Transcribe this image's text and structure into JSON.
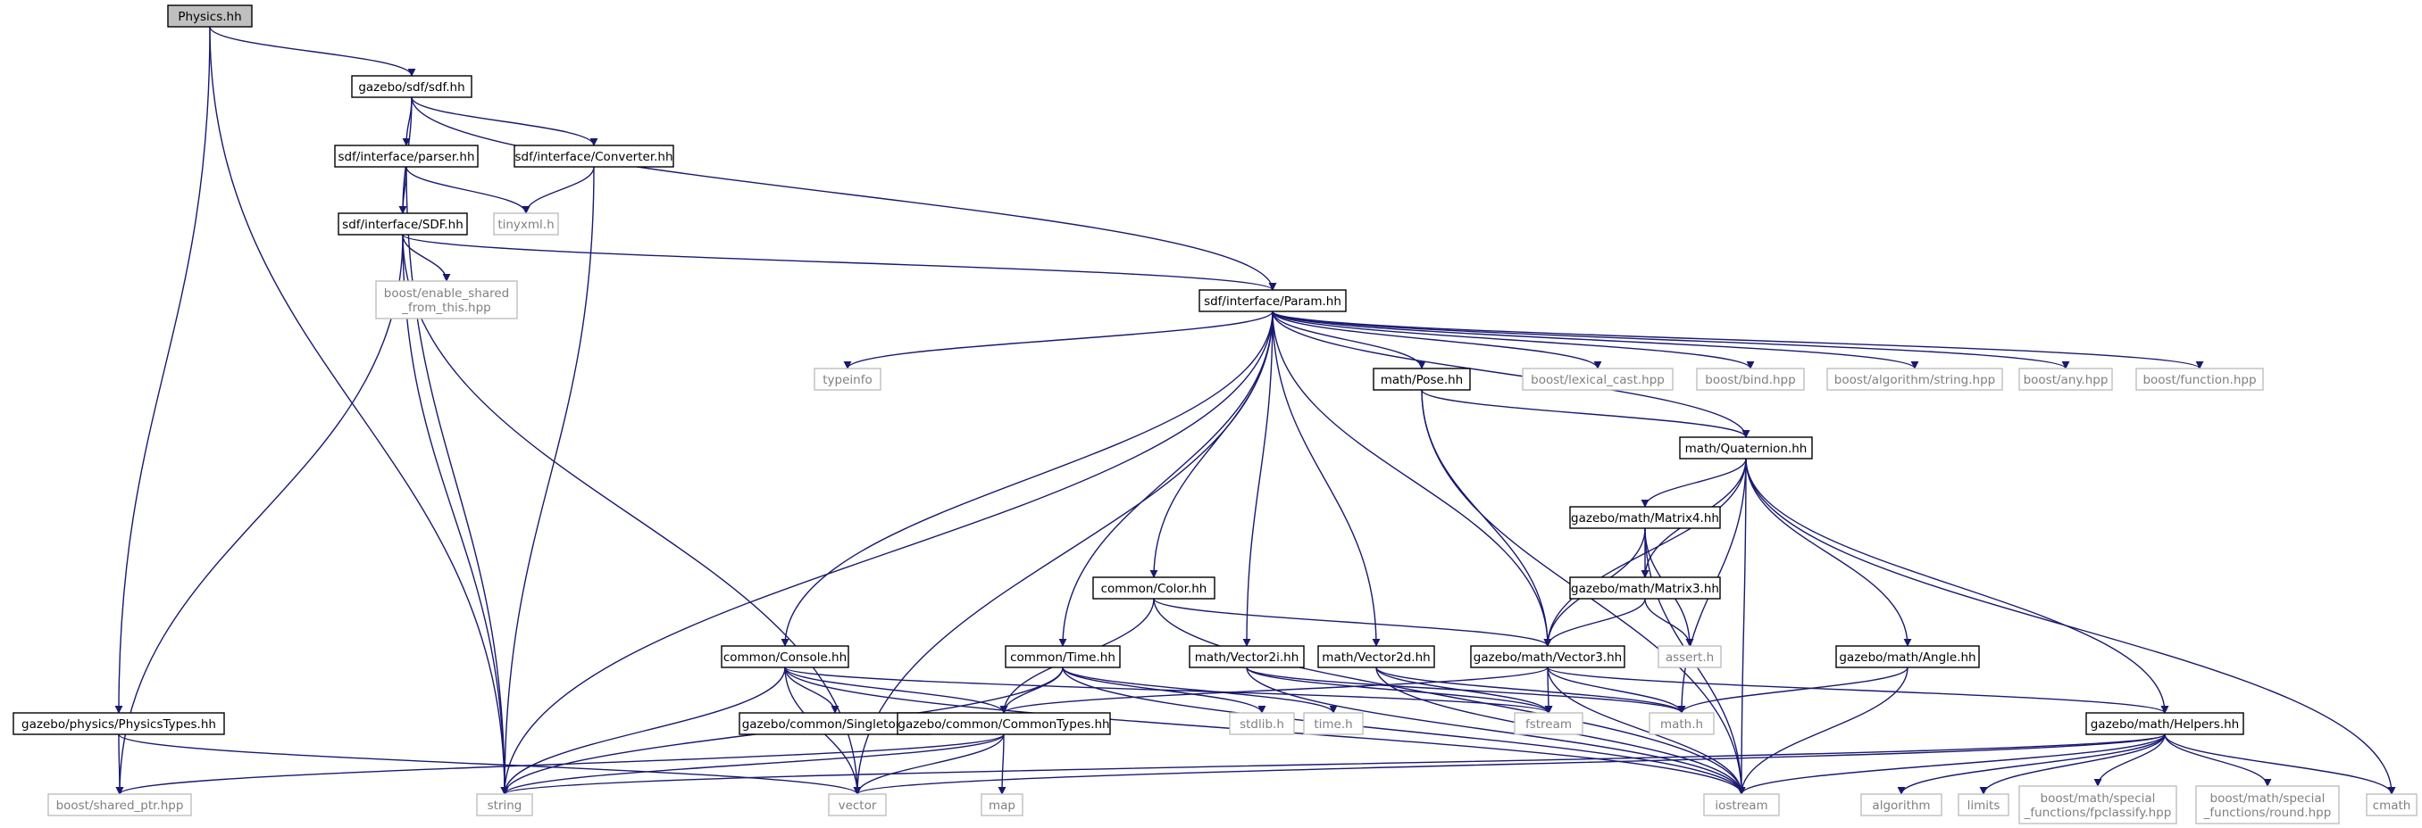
{
  "title": "Physics.hh",
  "colors": {
    "edge": "#191970",
    "node_border": "#000000",
    "ext_border": "#bfbfbf",
    "ext_text": "#808080",
    "root_fill": "#bfbfbf",
    "text": "#000000"
  },
  "nodes": [
    {
      "id": "physics",
      "lines": [
        "Physics.hh"
      ],
      "kind": "root"
    },
    {
      "id": "sdf_hh",
      "lines": [
        "gazebo/sdf/sdf.hh"
      ],
      "kind": "header"
    },
    {
      "id": "parser",
      "lines": [
        "sdf/interface/parser.hh"
      ],
      "kind": "header"
    },
    {
      "id": "converter",
      "lines": [
        "sdf/interface/Converter.hh"
      ],
      "kind": "header"
    },
    {
      "id": "tinyxml",
      "lines": [
        "tinyxml.h"
      ],
      "kind": "external"
    },
    {
      "id": "sdf_if",
      "lines": [
        "sdf/interface/SDF.hh"
      ],
      "kind": "header"
    },
    {
      "id": "enable_shared",
      "lines": [
        "boost/enable_shared",
        "_from_this.hpp"
      ],
      "kind": "external"
    },
    {
      "id": "param",
      "lines": [
        "sdf/interface/Param.hh"
      ],
      "kind": "header"
    },
    {
      "id": "typeinfo",
      "lines": [
        "typeinfo"
      ],
      "kind": "external"
    },
    {
      "id": "pose",
      "lines": [
        "math/Pose.hh"
      ],
      "kind": "header"
    },
    {
      "id": "lexical",
      "lines": [
        "boost/lexical_cast.hpp"
      ],
      "kind": "external"
    },
    {
      "id": "bind",
      "lines": [
        "boost/bind.hpp"
      ],
      "kind": "external"
    },
    {
      "id": "algo_string",
      "lines": [
        "boost/algorithm/string.hpp"
      ],
      "kind": "external"
    },
    {
      "id": "any",
      "lines": [
        "boost/any.hpp"
      ],
      "kind": "external"
    },
    {
      "id": "function",
      "lines": [
        "boost/function.hpp"
      ],
      "kind": "external"
    },
    {
      "id": "quaternion",
      "lines": [
        "math/Quaternion.hh"
      ],
      "kind": "header"
    },
    {
      "id": "matrix4",
      "lines": [
        "gazebo/math/Matrix4.hh"
      ],
      "kind": "header"
    },
    {
      "id": "matrix3",
      "lines": [
        "gazebo/math/Matrix3.hh"
      ],
      "kind": "header"
    },
    {
      "id": "assert",
      "lines": [
        "assert.h"
      ],
      "kind": "external"
    },
    {
      "id": "color",
      "lines": [
        "common/Color.hh"
      ],
      "kind": "header"
    },
    {
      "id": "vector3",
      "lines": [
        "gazebo/math/Vector3.hh"
      ],
      "kind": "header"
    },
    {
      "id": "angle",
      "lines": [
        "gazebo/math/Angle.hh"
      ],
      "kind": "header"
    },
    {
      "id": "console",
      "lines": [
        "common/Console.hh"
      ],
      "kind": "header"
    },
    {
      "id": "time_hh",
      "lines": [
        "common/Time.hh"
      ],
      "kind": "header"
    },
    {
      "id": "vector2i",
      "lines": [
        "math/Vector2i.hh"
      ],
      "kind": "header"
    },
    {
      "id": "vector2d",
      "lines": [
        "math/Vector2d.hh"
      ],
      "kind": "header"
    },
    {
      "id": "singleton",
      "lines": [
        "gazebo/common/SingletonT.hh"
      ],
      "kind": "header"
    },
    {
      "id": "commontypes",
      "lines": [
        "gazebo/common/CommonTypes.hh"
      ],
      "kind": "header"
    },
    {
      "id": "stdlib",
      "lines": [
        "stdlib.h"
      ],
      "kind": "external"
    },
    {
      "id": "time_h",
      "lines": [
        "time.h"
      ],
      "kind": "external"
    },
    {
      "id": "fstream",
      "lines": [
        "fstream"
      ],
      "kind": "external"
    },
    {
      "id": "math_h",
      "lines": [
        "math.h"
      ],
      "kind": "external"
    },
    {
      "id": "helpers",
      "lines": [
        "gazebo/math/Helpers.hh"
      ],
      "kind": "header"
    },
    {
      "id": "physicstypes",
      "lines": [
        "gazebo/physics/PhysicsTypes.hh"
      ],
      "kind": "header"
    },
    {
      "id": "shared_ptr",
      "lines": [
        "boost/shared_ptr.hpp"
      ],
      "kind": "external"
    },
    {
      "id": "string",
      "lines": [
        "string"
      ],
      "kind": "external"
    },
    {
      "id": "vector",
      "lines": [
        "vector"
      ],
      "kind": "external"
    },
    {
      "id": "map",
      "lines": [
        "map"
      ],
      "kind": "external"
    },
    {
      "id": "iostream",
      "lines": [
        "iostream"
      ],
      "kind": "external"
    },
    {
      "id": "algorithm",
      "lines": [
        "algorithm"
      ],
      "kind": "external"
    },
    {
      "id": "limits",
      "lines": [
        "limits"
      ],
      "kind": "external"
    },
    {
      "id": "fpclassify",
      "lines": [
        "boost/math/special",
        "_functions/fpclassify.hpp"
      ],
      "kind": "external"
    },
    {
      "id": "round",
      "lines": [
        "boost/math/special",
        "_functions/round.hpp"
      ],
      "kind": "external"
    },
    {
      "id": "cmath",
      "lines": [
        "cmath"
      ],
      "kind": "external"
    }
  ],
  "edges": [
    [
      "physics",
      "sdf_hh"
    ],
    [
      "physics",
      "physicstypes"
    ],
    [
      "physics",
      "string"
    ],
    [
      "sdf_hh",
      "parser"
    ],
    [
      "sdf_hh",
      "converter"
    ],
    [
      "sdf_hh",
      "sdf_if"
    ],
    [
      "sdf_hh",
      "param"
    ],
    [
      "parser",
      "sdf_if"
    ],
    [
      "parser",
      "tinyxml"
    ],
    [
      "parser",
      "string"
    ],
    [
      "converter",
      "tinyxml"
    ],
    [
      "converter",
      "string"
    ],
    [
      "sdf_if",
      "enable_shared"
    ],
    [
      "sdf_if",
      "param"
    ],
    [
      "sdf_if",
      "shared_ptr"
    ],
    [
      "sdf_if",
      "string"
    ],
    [
      "sdf_if",
      "vector"
    ],
    [
      "param",
      "typeinfo"
    ],
    [
      "param",
      "pose"
    ],
    [
      "param",
      "lexical"
    ],
    [
      "param",
      "bind"
    ],
    [
      "param",
      "algo_string"
    ],
    [
      "param",
      "any"
    ],
    [
      "param",
      "function"
    ],
    [
      "param",
      "quaternion"
    ],
    [
      "param",
      "color"
    ],
    [
      "param",
      "vector3"
    ],
    [
      "param",
      "console"
    ],
    [
      "param",
      "time_hh"
    ],
    [
      "param",
      "vector2i"
    ],
    [
      "param",
      "vector2d"
    ],
    [
      "param",
      "string"
    ],
    [
      "param",
      "vector"
    ],
    [
      "pose",
      "quaternion"
    ],
    [
      "pose",
      "vector3"
    ],
    [
      "pose",
      "iostream"
    ],
    [
      "quaternion",
      "matrix4"
    ],
    [
      "quaternion",
      "matrix3"
    ],
    [
      "quaternion",
      "vector3"
    ],
    [
      "quaternion",
      "angle"
    ],
    [
      "quaternion",
      "helpers"
    ],
    [
      "quaternion",
      "math_h"
    ],
    [
      "quaternion",
      "iostream"
    ],
    [
      "quaternion",
      "cmath"
    ],
    [
      "matrix4",
      "matrix3"
    ],
    [
      "matrix4",
      "vector3"
    ],
    [
      "matrix4",
      "assert"
    ],
    [
      "matrix4",
      "iostream"
    ],
    [
      "matrix3",
      "vector3"
    ],
    [
      "matrix3",
      "assert"
    ],
    [
      "color",
      "vector3"
    ],
    [
      "color",
      "commontypes"
    ],
    [
      "color",
      "iostream"
    ],
    [
      "vector3",
      "fstream"
    ],
    [
      "vector3",
      "math_h"
    ],
    [
      "vector3",
      "iostream"
    ],
    [
      "vector3",
      "helpers"
    ],
    [
      "vector3",
      "commontypes"
    ],
    [
      "angle",
      "math_h"
    ],
    [
      "angle",
      "iostream"
    ],
    [
      "console",
      "singleton"
    ],
    [
      "console",
      "commontypes"
    ],
    [
      "console",
      "string"
    ],
    [
      "console",
      "iostream"
    ],
    [
      "console",
      "fstream"
    ],
    [
      "console",
      "vector"
    ],
    [
      "time_hh",
      "commontypes"
    ],
    [
      "time_hh",
      "stdlib"
    ],
    [
      "time_hh",
      "time_h"
    ],
    [
      "time_hh",
      "iostream"
    ],
    [
      "time_hh",
      "string"
    ],
    [
      "vector2i",
      "fstream"
    ],
    [
      "vector2i",
      "math_h"
    ],
    [
      "vector2i",
      "iostream"
    ],
    [
      "vector2d",
      "fstream"
    ],
    [
      "vector2d",
      "math_h"
    ],
    [
      "vector2d",
      "iostream"
    ],
    [
      "commontypes",
      "shared_ptr"
    ],
    [
      "commontypes",
      "string"
    ],
    [
      "commontypes",
      "vector"
    ],
    [
      "commontypes",
      "map"
    ],
    [
      "helpers",
      "string"
    ],
    [
      "helpers",
      "vector"
    ],
    [
      "helpers",
      "iostream"
    ],
    [
      "helpers",
      "algorithm"
    ],
    [
      "helpers",
      "limits"
    ],
    [
      "helpers",
      "fpclassify"
    ],
    [
      "helpers",
      "round"
    ],
    [
      "helpers",
      "cmath"
    ],
    [
      "physicstypes",
      "shared_ptr"
    ],
    [
      "physicstypes",
      "vector"
    ]
  ]
}
